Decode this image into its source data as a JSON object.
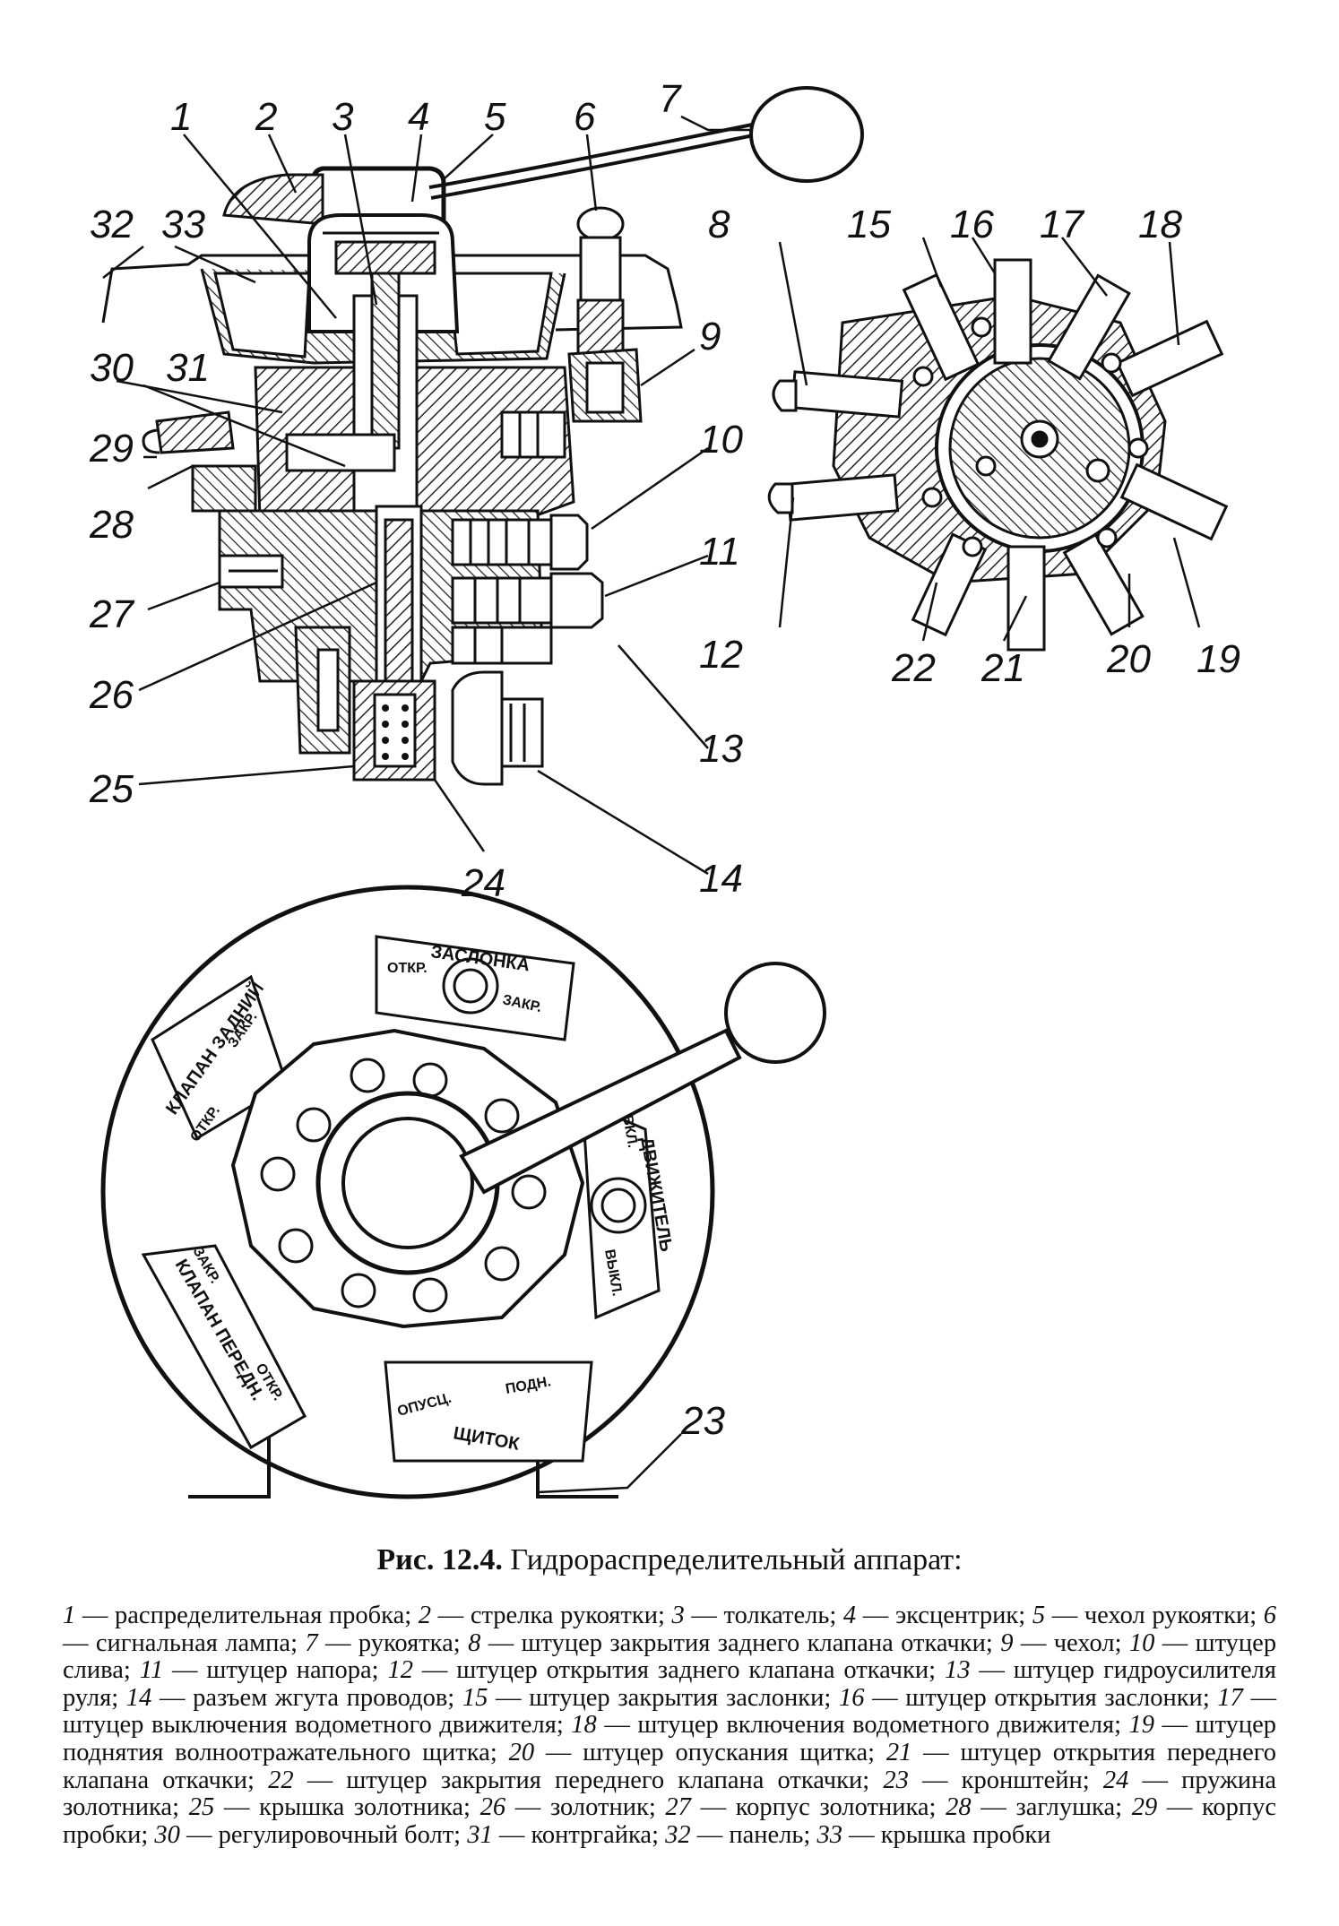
{
  "figure": {
    "caption_label": "Рис. 12.4.",
    "caption_title": "Гидрораспределительный аппарат:"
  },
  "callouts": [
    "1",
    "2",
    "3",
    "4",
    "5",
    "6",
    "7",
    "8",
    "9",
    "10",
    "11",
    "12",
    "13",
    "14",
    "15",
    "16",
    "17",
    "18",
    "19",
    "20",
    "21",
    "22",
    "23",
    "24",
    "25",
    "26",
    "27",
    "28",
    "29",
    "30",
    "31",
    "32",
    "33"
  ],
  "plate_labels": {
    "zaslonka": "ЗАСЛОНКА",
    "zaslonka_open": "ОТКР.",
    "zaslonka_close": "ЗАКР.",
    "klapan_zadniy": "КЛАПАН ЗАДНИЙ",
    "klapan_zadniy_close": "ЗАКР.",
    "klapan_zadniy_open": "ОТКР.",
    "dvizhitel": "ДВИЖИТЕЛЬ",
    "dvizhitel_on": "ВКЛ.",
    "dvizhitel_off": "ВЫКЛ.",
    "klapan_pered": "КЛАПАН ПЕРЕДН.",
    "klapan_pered_close": "ЗАКР.",
    "klapan_pered_open": "ОТКР.",
    "shchitok": "ЩИТОК",
    "shchitok_down": "ОПУСЦ.",
    "shchitok_up": "ПОДН."
  },
  "legend": [
    {
      "n": "1",
      "t": "распределительная пробка"
    },
    {
      "n": "2",
      "t": "стрелка рукоятки"
    },
    {
      "n": "3",
      "t": "толкатель"
    },
    {
      "n": "4",
      "t": "эксцентрик"
    },
    {
      "n": "5",
      "t": "чехол рукоятки"
    },
    {
      "n": "6",
      "t": "сигнальная лампа"
    },
    {
      "n": "7",
      "t": "рукоятка"
    },
    {
      "n": "8",
      "t": "штуцер закрытия заднего клапана откачки"
    },
    {
      "n": "9",
      "t": "чехол"
    },
    {
      "n": "10",
      "t": "штуцер слива"
    },
    {
      "n": "11",
      "t": "штуцер напора"
    },
    {
      "n": "12",
      "t": "штуцер открытия заднего клапана откачки"
    },
    {
      "n": "13",
      "t": "штуцер гидроусилителя руля"
    },
    {
      "n": "14",
      "t": "разъем жгута проводов"
    },
    {
      "n": "15",
      "t": "штуцер закрытия заслонки"
    },
    {
      "n": "16",
      "t": "штуцер открытия заслонки"
    },
    {
      "n": "17",
      "t": "штуцер выключения водометного движителя"
    },
    {
      "n": "18",
      "t": "штуцер включения водометного движителя"
    },
    {
      "n": "19",
      "t": "штуцер поднятия волноотражательного щитка"
    },
    {
      "n": "20",
      "t": "штуцер опускания щитка"
    },
    {
      "n": "21",
      "t": "штуцер открытия переднего клапана откачки"
    },
    {
      "n": "22",
      "t": "штуцер закрытия переднего клапана откачки"
    },
    {
      "n": "23",
      "t": "кронштейн"
    },
    {
      "n": "24",
      "t": "пружина золотника"
    },
    {
      "n": "25",
      "t": "крышка золотника"
    },
    {
      "n": "26",
      "t": "золотник"
    },
    {
      "n": "27",
      "t": "корпус золотника"
    },
    {
      "n": "28",
      "t": "заглушка"
    },
    {
      "n": "29",
      "t": "корпус пробки"
    },
    {
      "n": "30",
      "t": "регулировочный болт"
    },
    {
      "n": "31",
      "t": "контргайка"
    },
    {
      "n": "32",
      "t": "панель"
    },
    {
      "n": "33",
      "t": "крышка пробки"
    }
  ]
}
